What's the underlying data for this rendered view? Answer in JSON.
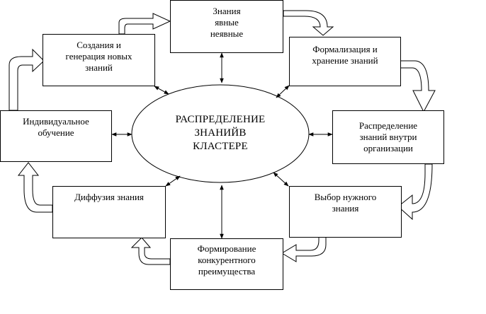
{
  "diagram": {
    "center": {
      "text": "РАСПРЕДЕЛЕНИЕ\nЗНАНИЙВ\nКЛАСТЕРЕ"
    },
    "nodes": {
      "knowledge": {
        "text": "Знания\nявные\nнеявные"
      },
      "formalization": {
        "text": "Формализация и\nхранение знаний"
      },
      "distribution": {
        "text": "Распределение\nзнаний внутри\nорганизации"
      },
      "selection": {
        "text": "Выбор нужного\nзнания"
      },
      "advantage": {
        "text": "Формирование\nконкурентного\nпреимущества"
      },
      "diffusion": {
        "text": "Диффузия знания"
      },
      "learning": {
        "text": "Индивидуальное\nобучение"
      },
      "creation": {
        "text": "Создания и\nгенерация новых\nзнаний"
      }
    }
  }
}
